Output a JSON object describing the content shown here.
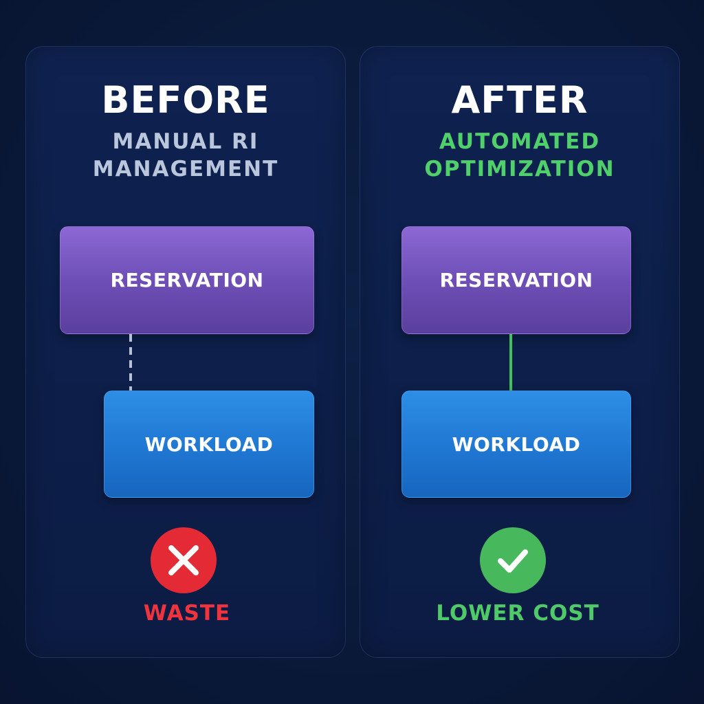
{
  "before": {
    "title": "BEFORE",
    "subtitle_line1": "MANUAL RI",
    "subtitle_line2": "MANAGEMENT",
    "reservation_label": "RESERVATION",
    "workload_label": "WORKLOAD",
    "connector_style": "dashed",
    "status_icon": "x-icon",
    "status_label": "WASTE",
    "status_color": "#e42b35"
  },
  "after": {
    "title": "AFTER",
    "subtitle_line1": "AUTOMATED",
    "subtitle_line2": "OPTIMIZATION",
    "reservation_label": "RESERVATION",
    "workload_label": "WORKLOAD",
    "connector_style": "solid",
    "status_icon": "check-icon",
    "status_label": "LOWER COST",
    "status_color": "#47b85c"
  },
  "colors": {
    "background": "#0a1a3a",
    "reservation": "#7a58c4",
    "workload": "#2382dc",
    "accent_green": "#4fd06a",
    "accent_red": "#f0343d"
  }
}
